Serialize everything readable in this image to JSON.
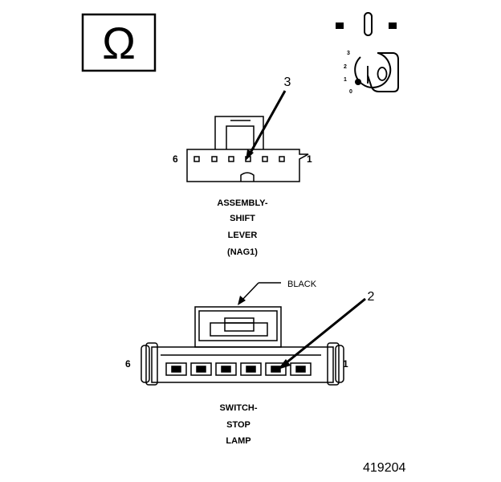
{
  "symbols": {
    "ohm_glyph": "Ω",
    "ignition_positions": [
      "3",
      "2",
      "1",
      "0"
    ],
    "key_cylinder_letter": "O"
  },
  "callouts": {
    "callout_3": "3",
    "callout_2": "2"
  },
  "connector_shift_lever": {
    "pin_left": "6",
    "pin_right": "1",
    "caption_line1": "ASSEMBLY-",
    "caption_line2": "SHIFT",
    "caption_line3": "LEVER",
    "caption_line4": "(NAG1)"
  },
  "connector_stop_lamp": {
    "color_label": "BLACK",
    "pin_left": "6",
    "pin_right": "1",
    "caption_line1": "SWITCH-",
    "caption_line2": "STOP",
    "caption_line3": "LAMP"
  },
  "figure_id": "419204",
  "icons": [
    "ohmmeter-icon",
    "ignition-key-icon"
  ]
}
